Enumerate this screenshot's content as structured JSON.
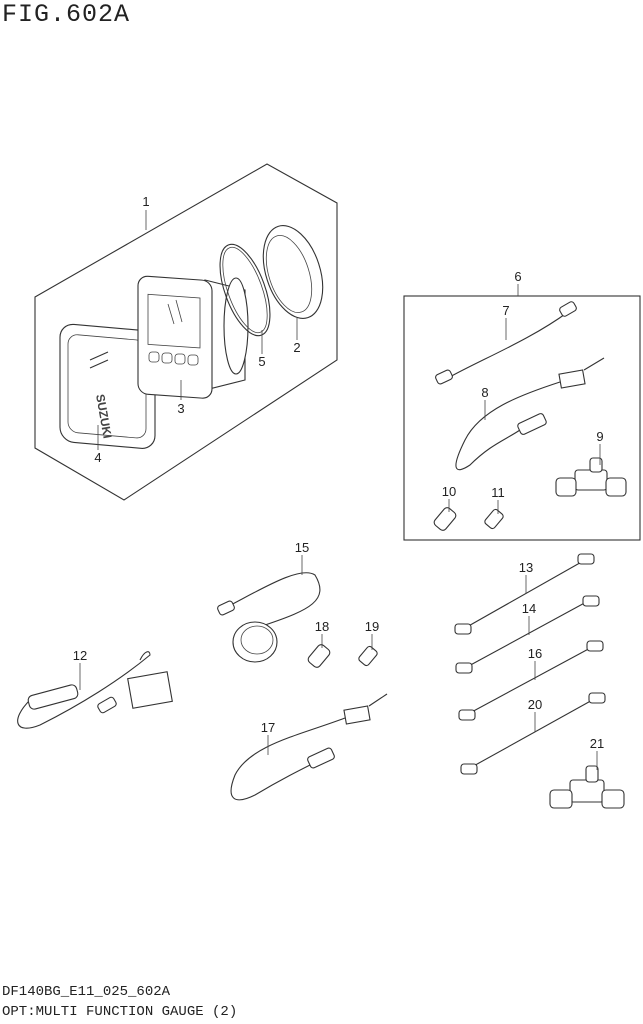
{
  "header": {
    "figure": "FIG.602A"
  },
  "footer": {
    "model_code": "DF140BG_E11_025_602A",
    "caption": "OPT:MULTI FUNCTION GAUGE (2)"
  },
  "callouts": [
    "1",
    "2",
    "3",
    "4",
    "5",
    "6",
    "7",
    "8",
    "9",
    "10",
    "11",
    "12",
    "13",
    "14",
    "15",
    "16",
    "17",
    "18",
    "19",
    "20",
    "21"
  ],
  "logo_text": "SUZUKI"
}
